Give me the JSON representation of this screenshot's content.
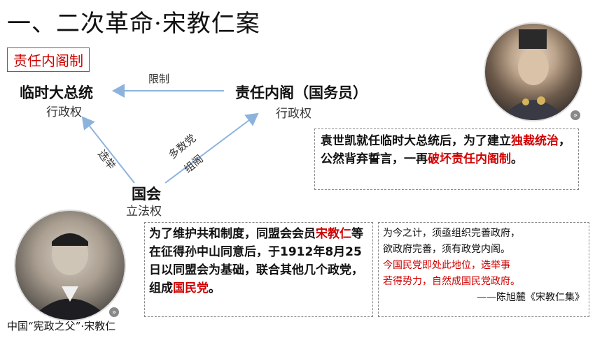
{
  "title": "一、二次革命·宋教仁案",
  "tag": "责任内阁制",
  "diagram": {
    "president": {
      "name": "临时大总统",
      "power": "行政权"
    },
    "cabinet": {
      "name": "责任内阁（国务员）",
      "power": "行政权"
    },
    "parliament": {
      "name": "国会",
      "power": "立法权"
    },
    "label_restrict": "限制",
    "label_elect": "选举",
    "label_majority_1": "多数党",
    "label_majority_2": "组阁"
  },
  "yuan_box": {
    "part1": "袁世凯就任临时大总统后，为了建立",
    "red1": "独裁统治",
    "part2": "，公然背弃誓言，一再",
    "red2": "破坏责任内阁制",
    "part3": "。"
  },
  "song_box": {
    "part1": "为了维护共和制度，同盟会会员",
    "red1": "宋教仁",
    "part2": "等在征得孙中山同意后，于1912年8月25日以同盟会为基础，联合其他几个政党，组成",
    "red2": "国民党",
    "part3": "。"
  },
  "quote": {
    "line1": "为今之计，须亟组织完善政府，",
    "line2": "欲政府完善，须有政党内阁。",
    "line3": "今国民党即处此地位，选举事",
    "line4": "若得势力，自然成国民党政府。",
    "source": "——陈旭麓《宋教仁集》"
  },
  "caption": "中国“宪政之父”·宋教仁",
  "more_symbol": "»"
}
